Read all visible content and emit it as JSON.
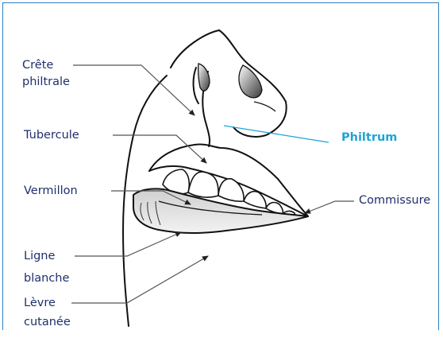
{
  "diagram": {
    "labels": {
      "crete_line1": "Crête",
      "crete_line2": "philtrale",
      "tubercule": "Tubercule",
      "vermillon": "Vermillon",
      "ligne_line1": "Ligne",
      "ligne_line2": "blanche",
      "levre_line1": "Lèvre",
      "levre_line2": "cutanée",
      "philtrum": "Philtrum",
      "commissure": "Commissure"
    },
    "colors": {
      "frame": "#2d7ec1",
      "label_text": "#1f2f6b",
      "philtrum_accent": "#1fa3d5",
      "line": "#555555"
    }
  }
}
